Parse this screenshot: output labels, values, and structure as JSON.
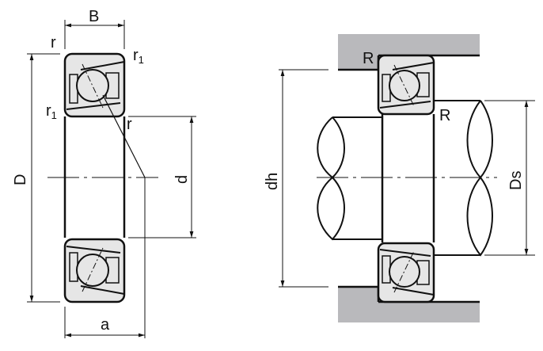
{
  "left_view": {
    "labels": {
      "B": "B",
      "D": "D",
      "d": "d",
      "a": "a",
      "r_top": "r",
      "r_inner": "r",
      "r1_top": "r",
      "r1_top_sub": "1",
      "r1_left": "r",
      "r1_left_sub": "1"
    }
  },
  "right_view": {
    "labels": {
      "R_housing": "R",
      "R_shaft": "R",
      "dh": "dh",
      "Ds": "Ds"
    }
  },
  "colors": {
    "ring_fill": "#e6e6e6",
    "housing_fill": "#b9b9bc",
    "line": "#111111"
  }
}
